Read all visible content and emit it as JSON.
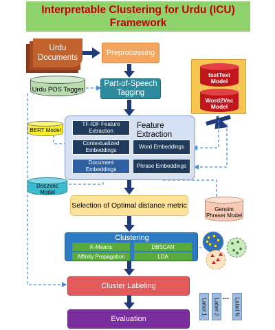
{
  "title": "Interpretable Clustering for Urdu (ICU) Framework",
  "nodes": {
    "urdu_documents": "Urdu Documents",
    "preprocessing": "Preprocessing",
    "urdu_pos_tagger": "Urdu POS Tagger",
    "pos_tagging": "Part-of-Speech Tagging",
    "fasttext_model": "fastText Model",
    "word2vec_model": "Word2Vec Model",
    "bert_model": "BERT Model",
    "feature_extraction": "Feature Extraction",
    "tfidf_extraction": "TF-IDF Feature Extraction",
    "contextualized_embeddings": "Contextualized Embeddings",
    "word_embeddings": "Word Embeddings",
    "document_embeddings": "Document Embeddings",
    "phrase_embeddings": "Phrase Embeddings",
    "doc2vec_model": "Doc2Vec Model",
    "distance_metric": "Selection of Optimal distance metric",
    "gensim_phraser": "Gensim Phraser Model",
    "clustering": "Clustering",
    "kmeans": "K-Means",
    "dbscan": "DBSCAN",
    "affinity_propagation": "Affinity Propagation",
    "lda": "LDA",
    "cluster_labeling": "Cluster Labeling",
    "evaluation": "Evaluation",
    "label_1": "Label 1",
    "label_2": "Label 2",
    "label_n": "Label N",
    "ellipsis": "..."
  },
  "colors": {
    "title_bg": "#8fd16b",
    "title_text": "#c00000",
    "orange": "#f3a45f",
    "teal": "#2e8b9d",
    "navy": "#1f3a5a",
    "red": "#e35a5a",
    "purple": "#7b2f9e",
    "arrow": "#1f3a7a",
    "dashed": "#4a8fd6"
  }
}
